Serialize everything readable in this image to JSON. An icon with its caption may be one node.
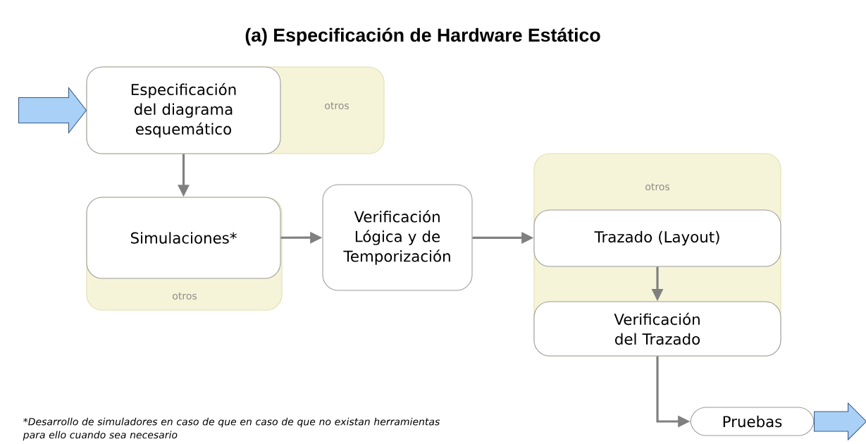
{
  "diagram": {
    "title": "(a) Especificación de Hardware Estático",
    "nodes": [
      {
        "text": [
          "otros"
        ]
      },
      {
        "text": [
          "Especificación del diagrama esquemático"
        ],
        "in": 0
      },
      {
        "text": [
          "otros"
        ]
      },
      {
        "text": [
          "Simulaciones*"
        ],
        "in": 2
      },
      {
        "text": [
          "Verificación Lógica y de Temporización"
        ]
      },
      {
        "text": [
          "otros"
        ]
      },
      {
        "text": [
          "Trazado (Layout)"
        ],
        "in": 5
      },
      {
        "text": [
          "Verificación del Trazado"
        ],
        "in": 5
      },
      {
        "text": [
          "Pruebas"
        ]
      }
    ],
    "edges": [
      {
        "from": null,
        "to": 1,
        "arrow": "to",
        "color": "#a9d1f7"
      },
      {
        "from": 1,
        "to": 3,
        "arrow": "to"
      },
      {
        "from": 3,
        "to": 4,
        "arrow": "to"
      },
      {
        "from": 4,
        "to": 6,
        "arrow": "to"
      },
      {
        "from": 6,
        "to": 7,
        "arrow": "to"
      },
      {
        "from": 7,
        "to": 8,
        "arrow": "to"
      },
      {
        "from": 8,
        "to": null,
        "arrow": "to",
        "color": "#a9d1f7"
      }
    ],
    "labels": [
      "*Desarrollo de simuladores en caso de que en caso de que no existan herramientas para ello cuando sea necesario"
    ]
  }
}
